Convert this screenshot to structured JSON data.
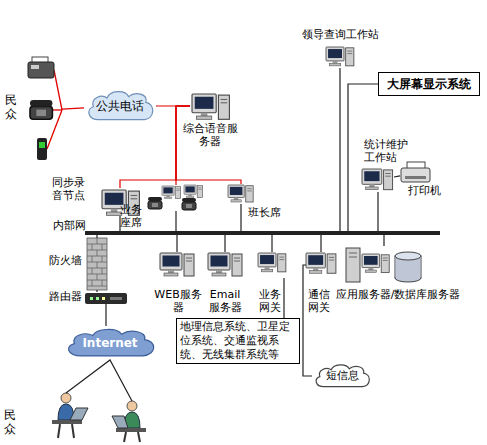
{
  "diagram": {
    "nodes": [
      {
        "text": [
          "民众"
        ]
      },
      {
        "text": [
          "公共电话"
        ]
      },
      {
        "text": [
          "综合语音服务器"
        ]
      },
      {
        "text": [
          "领导查询工作站"
        ]
      },
      {
        "text": [
          "大屏幕显示系统"
        ]
      },
      {
        "text": [
          "统计维护工作站"
        ]
      },
      {
        "text": [
          "打印机"
        ]
      },
      {
        "text": [
          "同步录音节点"
        ]
      },
      {
        "text": [
          "业务座席"
        ]
      },
      {
        "text": [
          "班长席"
        ]
      },
      {
        "text": [
          "内部网"
        ]
      },
      {
        "text": [
          "防火墙"
        ]
      },
      {
        "text": [
          "路由器"
        ]
      },
      {
        "text": [
          "Internet"
        ]
      },
      {
        "text": [
          "民众"
        ]
      },
      {
        "text": [
          "WEB服务器"
        ]
      },
      {
        "text": [
          "Email服务器"
        ]
      },
      {
        "text": [
          "业务网关"
        ]
      },
      {
        "text": [
          "通信网关"
        ]
      },
      {
        "text": [
          "应用服务器/数据库服务器"
        ]
      },
      {
        "text": [
          "地理信息系统、卫星定位系统、交通监视系统、无线集群系统等"
        ]
      },
      {
        "text": [
          "短信息"
        ]
      }
    ],
    "edges": [
      {
        "from": 0,
        "to": 1,
        "arrow": "none"
      },
      {
        "from": 1,
        "to": 2,
        "arrow": "none"
      },
      {
        "from": 2,
        "to": 7,
        "arrow": "none"
      },
      {
        "from": 2,
        "to": 8,
        "arrow": "none"
      },
      {
        "from": 2,
        "to": 9,
        "arrow": "none"
      },
      {
        "from": 3,
        "to": 10,
        "arrow": "none"
      },
      {
        "from": 4,
        "to": 10,
        "arrow": "none"
      },
      {
        "from": 5,
        "to": 10,
        "arrow": "none"
      },
      {
        "from": 5,
        "to": 6,
        "arrow": "none"
      },
      {
        "from": 7,
        "to": 10,
        "arrow": "none"
      },
      {
        "from": 8,
        "to": 10,
        "arrow": "none"
      },
      {
        "from": 9,
        "to": 10,
        "arrow": "none"
      },
      {
        "from": 10,
        "to": 11,
        "arrow": "none"
      },
      {
        "from": 11,
        "to": 12,
        "arrow": "none"
      },
      {
        "from": 12,
        "to": 13,
        "arrow": "none"
      },
      {
        "from": 13,
        "to": 14,
        "arrow": "none"
      },
      {
        "from": 15,
        "to": 10,
        "arrow": "none"
      },
      {
        "from": 16,
        "to": 10,
        "arrow": "none"
      },
      {
        "from": 17,
        "to": 10,
        "arrow": "none"
      },
      {
        "from": 18,
        "to": 10,
        "arrow": "none"
      },
      {
        "from": 19,
        "to": 10,
        "arrow": "none"
      },
      {
        "from": 17,
        "to": 20,
        "arrow": "none"
      },
      {
        "from": 18,
        "to": 21,
        "arrow": "none"
      }
    ]
  }
}
